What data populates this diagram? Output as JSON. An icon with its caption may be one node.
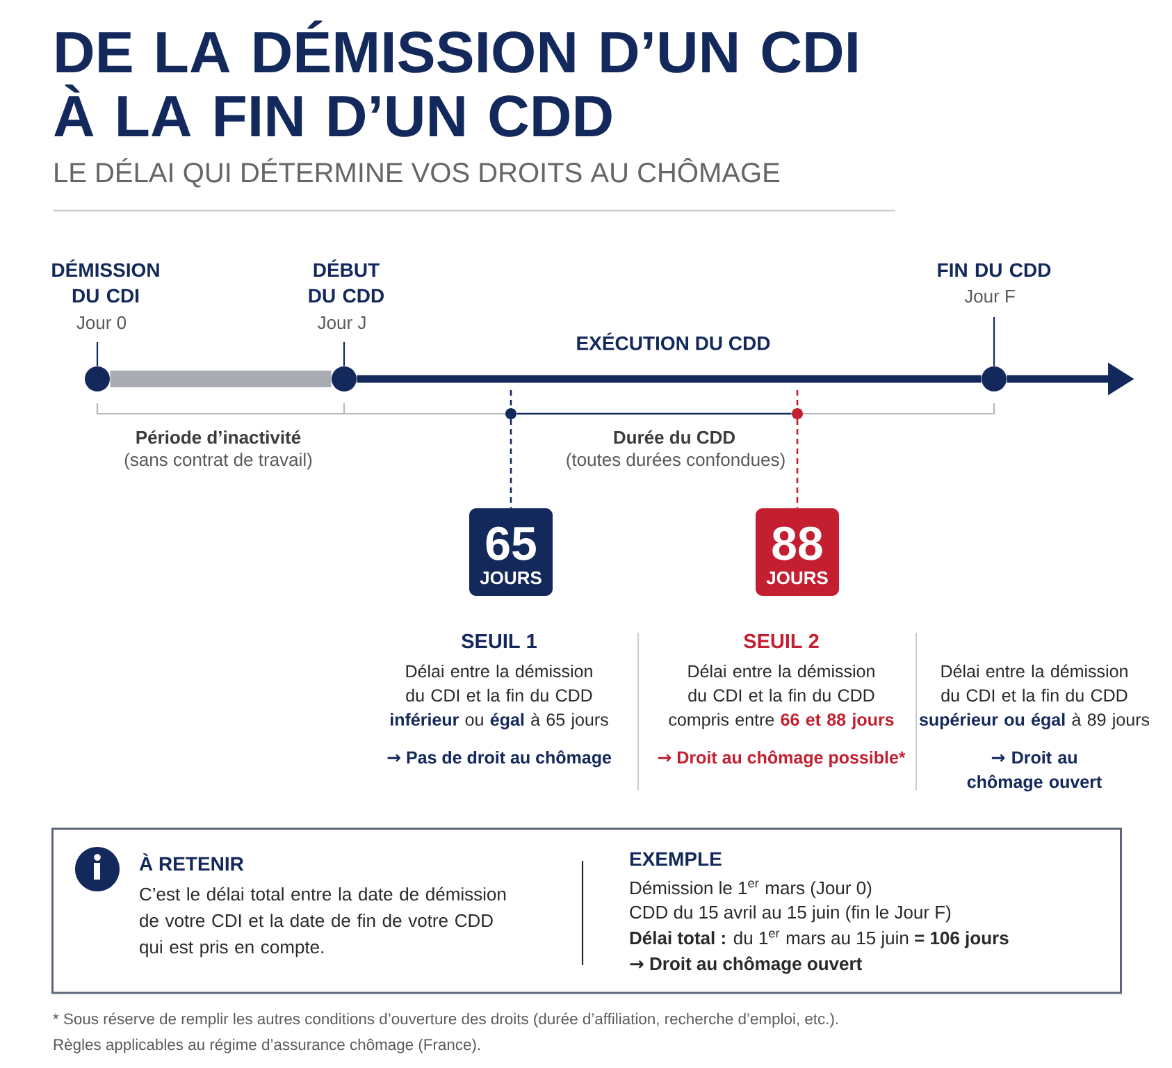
{
  "diagram": {
    "title": "DE LA DÉMISSION D’UN CDI À LA FIN D’UN CDD",
    "nodes": [
      {
        "text": [],
        "shape": "circle",
        "beside": [
          "DÉMISSION DU CDI",
          "Jour 0"
        ]
      },
      {
        "text": [],
        "shape": "circle",
        "beside": [
          "DÉBUT DU CDD",
          "Jour J"
        ]
      },
      {
        "text": [],
        "shape": "circle",
        "beside": [
          "FIN DU CDD",
          "Jour F"
        ]
      },
      {
        "text": [],
        "shape": "circle"
      },
      {
        "text": [],
        "shape": "circle"
      },
      {
        "text": [
          "65",
          "JOURS"
        ]
      },
      {
        "text": [
          "88",
          "JOURS"
        ]
      },
      {
        "text": [
          "À RETENIR",
          "C’est le délai total entre la date de démission de votre CDI et la date de fin de votre CDD qui est pris en compte.",
          "EXEMPLE",
          "Démission le 1$^{er}$ mars (Jour 0)",
          "CDD du 15 avril au 15 juin (fin le Jour F)",
          "**Délai total :** du 1$^{er}$ mars au 15 juin **= 106 jours**",
          "→ Droit au chômage ouvert"
        ]
      }
    ],
    "edges": [
      {
        "from": 0,
        "to": 1,
        "arrow": "none",
        "style": "thick",
        "color": "#a9acb2"
      },
      {
        "from": 1,
        "to": 2,
        "arrow": "none",
        "style": "thick",
        "label": "EXÉCUTION DU CDD"
      },
      {
        "from": 2,
        "to": null,
        "arrow": "to",
        "style": "thick"
      },
      {
        "from": 3,
        "to": 5,
        "arrow": "none",
        "style": "dashed"
      },
      {
        "from": 4,
        "to": 6,
        "arrow": "none",
        "style": "dashed",
        "color": "#c41f30"
      },
      {
        "from": 3,
        "to": 4,
        "arrow": "none"
      }
    ],
    "labels": [
      "LE DÉLAI QUI DÉTERMINE VOS DROITS AU CHÔMAGE",
      "Période d’inactivité",
      "(sans contrat de travail)",
      "Durée du CDD",
      "(toutes durées confondues)",
      "SEUIL 1",
      "Délai entre la démission du CDI et la fin du CDD **inférieur** ou **égal** à 65 jours",
      "→ Pas de droit au chômage",
      "SEUIL 2",
      "Délai entre la démission du CDI et la fin du CDD compris entre **66 et 88 jours**",
      "→ Droit au chômage possible*",
      "Délai entre la démission du CDI et la fin du CDD **supérieur ou égal** à 89 jours",
      "→ Droit au chômage ouvert",
      "* Sous réserve de remplir les autres conditions d’ouverture des droits (durée d’affiliation, recherche d’emploi, etc.).",
      "Règles applicables au régime d’assurance chômage (France)."
    ]
  }
}
